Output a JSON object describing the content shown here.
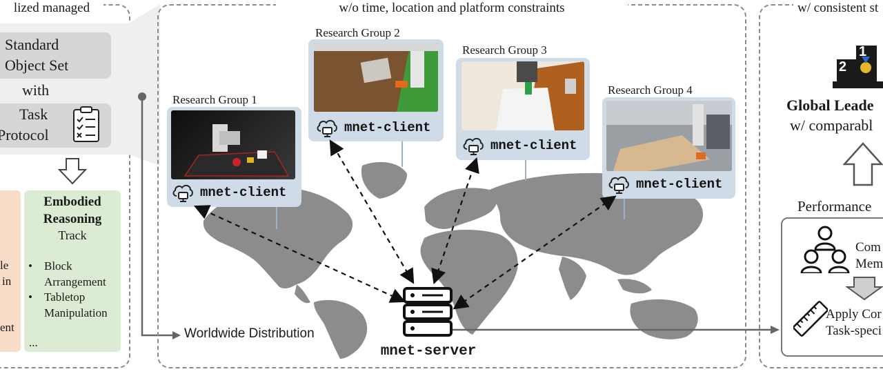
{
  "left_panel": {
    "title": "lized managed",
    "standard": "Standard",
    "object_set": "Object Set",
    "with": "with",
    "task": "Task",
    "protocol": "Protocol",
    "track_title_1": "Embodied",
    "track_title_2": "Reasoning",
    "track_sub": "Track",
    "items": [
      "Block",
      "Arrangement",
      "Tabletop",
      "Manipulation"
    ],
    "ellipsis": "...",
    "partial_lines": [
      "le",
      "in",
      "ent"
    ],
    "distribution": "Worldwide Distribution"
  },
  "center_panel": {
    "title": "w/o time, location and platform constraints",
    "groups": [
      {
        "label": "Research Group 1",
        "client": "mnet-client"
      },
      {
        "label": "Research Group 2",
        "client": "mnet-client"
      },
      {
        "label": "Research Group 3",
        "client": "mnet-client"
      },
      {
        "label": "Research Group 4",
        "client": "mnet-client"
      }
    ],
    "server": "mnet-server"
  },
  "right_panel": {
    "title": "w/ consistent st",
    "podium_2": "2",
    "podium_1": "1",
    "leaderboard": "Global Leade",
    "comparable": "w/ comparabl",
    "performance": "Performance",
    "com_1": "Com",
    "com_2": "Mem",
    "apply_1": "Apply Cor",
    "apply_2": "Task-speci"
  },
  "colors": {
    "panel_border": "#8a8a8a",
    "gray_box": "#d6d6d6",
    "client_card": "#cfdbe7",
    "track_green": "#dcecd4",
    "track_peach": "#f8dcc8",
    "map_gray": "#8c8c8c"
  }
}
